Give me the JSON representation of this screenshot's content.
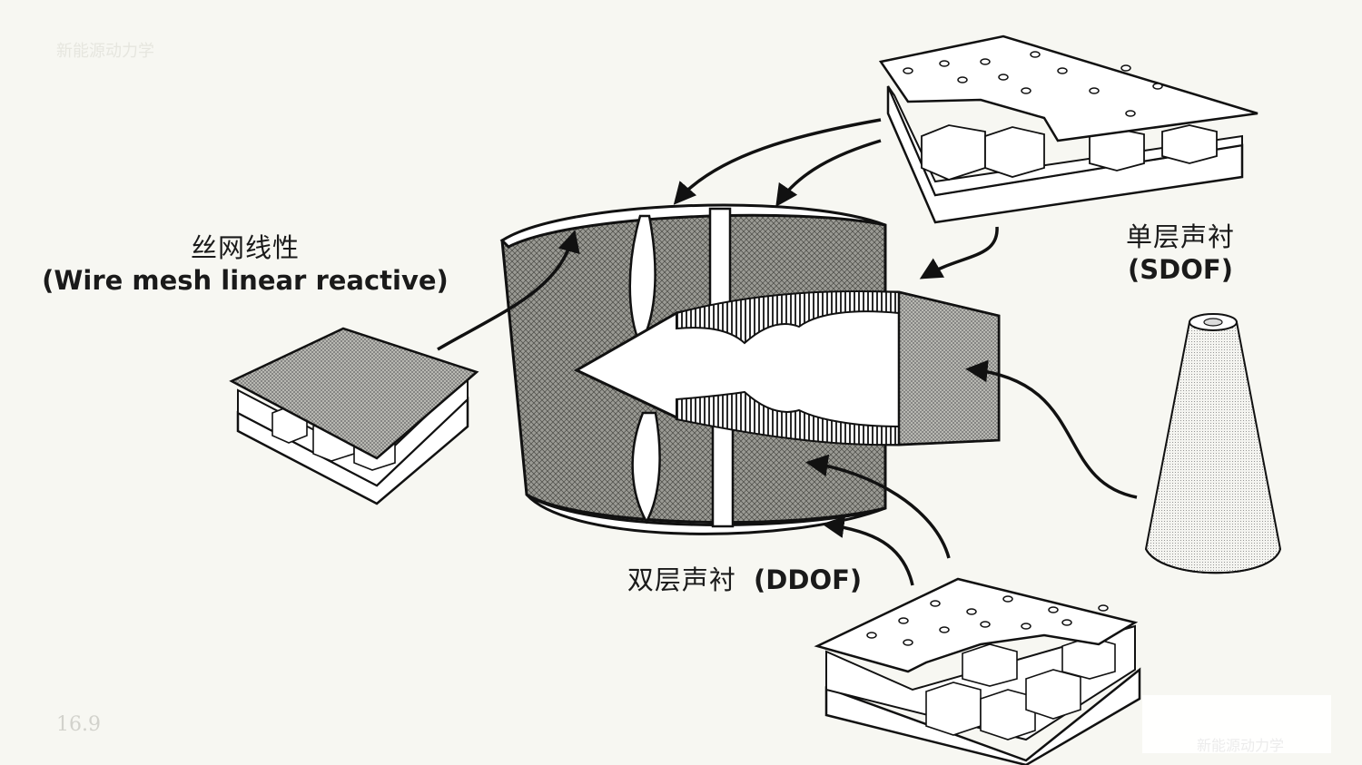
{
  "labels": {
    "wire_mesh_zh": "丝网线性",
    "wire_mesh_en": "(Wire mesh linear reactive)",
    "sdof_zh": "单层声衬",
    "sdof_en": "(SDOF)",
    "ddof_zh": "双层声衬",
    "ddof_en": "(DDOF)"
  },
  "watermarks": {
    "top_left": "新能源动力学",
    "bottom_left": "16.9",
    "bottom_right": "新能源动力学"
  },
  "colors": {
    "background": "#f7f7f2",
    "ink": "#1a1a1a",
    "mesh_fill": "#8a8a84"
  }
}
